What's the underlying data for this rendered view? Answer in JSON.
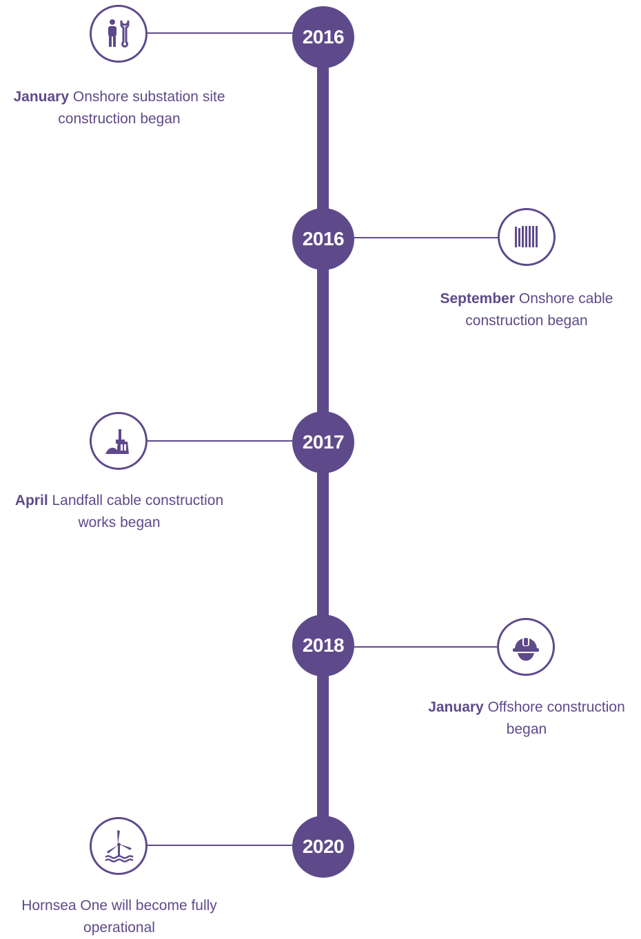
{
  "colors": {
    "accent": "#5e4a8b",
    "background": "#ffffff"
  },
  "events": [
    {
      "year": "2016",
      "month": "January",
      "text": "Onshore substation site construction began",
      "icon": "worker-wrench-icon"
    },
    {
      "year": "2016",
      "month": "September",
      "text": "Onshore cable construction began",
      "icon": "cable-drum-icon"
    },
    {
      "year": "2017",
      "month": "April",
      "text": "Landfall cable construction works began",
      "icon": "sand-bucket-spade-icon"
    },
    {
      "year": "2018",
      "month": "January",
      "text": "Offshore construction began",
      "icon": "hard-hat-icon"
    },
    {
      "year": "2020",
      "month": "",
      "text": "Hornsea One will become fully operational",
      "icon": "offshore-wind-turbine-icon"
    }
  ]
}
